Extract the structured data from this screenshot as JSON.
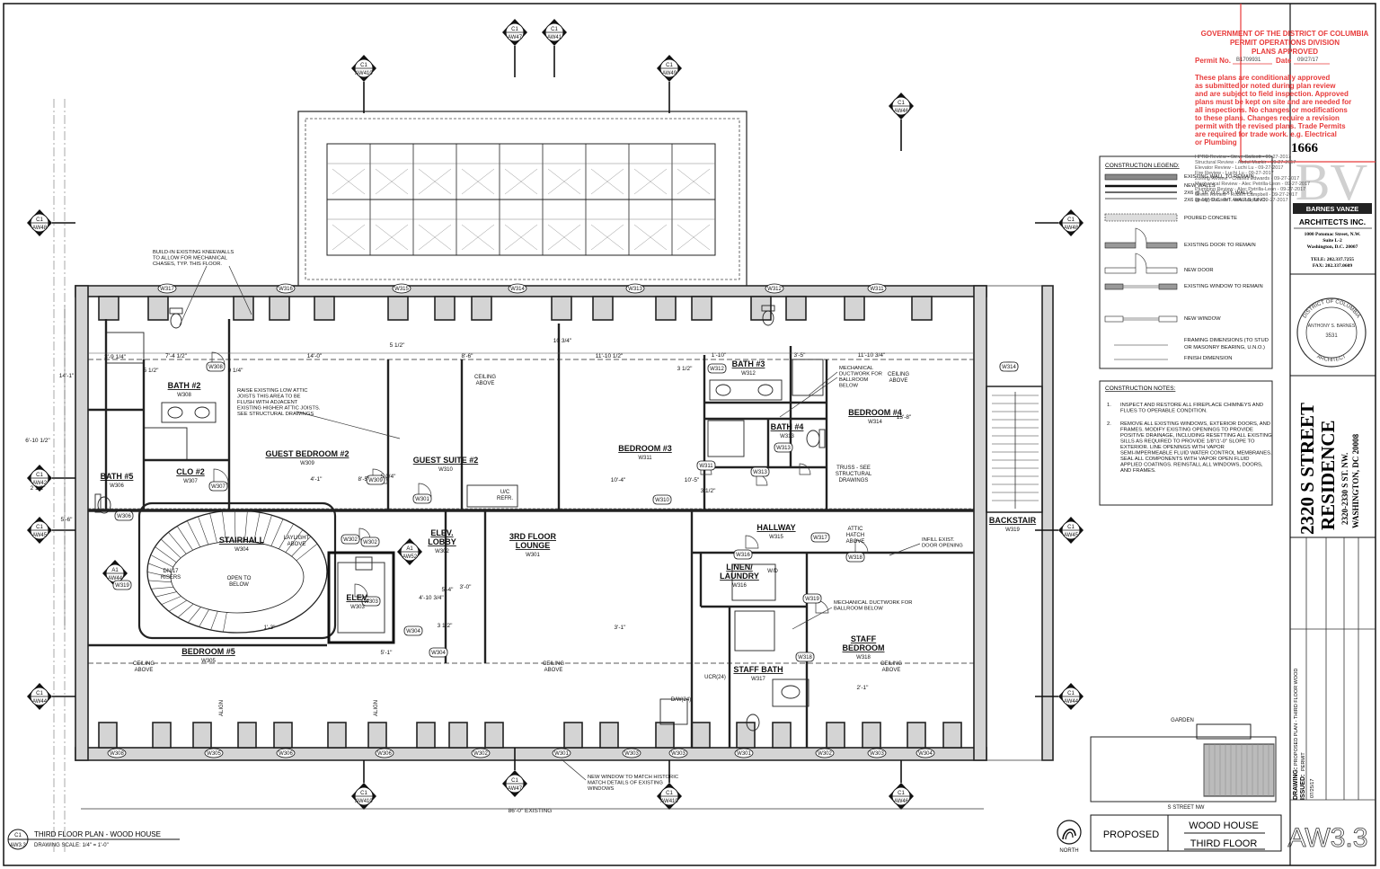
{
  "stamp": {
    "line1": "GOVERNMENT OF THE DISTRICT OF COLUMBIA",
    "line2": "PERMIT OPERATIONS DIVISION",
    "line3": "PLANS APPROVED",
    "permit_label": "Permit No.",
    "permit_no": "B1709931",
    "date_label": "Date",
    "date": "09/27/17",
    "body": [
      "These plans are conditionally approved",
      "as submitted or noted during plan review",
      "and are subject to field inspection. Approved",
      "plans must be kept on site and are needed for",
      "all inspections.  No changes or modifications",
      "to these plans.  Changes require a revision",
      "permit with the revised plans. Trade Permits",
      "are required for trade work.  e.g. Electrical",
      "or Plumbing"
    ],
    "number": "1666",
    "reviews": [
      "HPRB Review - Steve Callcott - 09-27-2017",
      "Structural Review - Abdul Muzkir - 09-27-2017",
      "Elevator Review - Luchi Lu - 09-27-2017",
      "Fire Review - Luchi Lu - 09-27-2017",
      "Zoning Review - Charles Edwards - 09-27-2017",
      "Mechanical Review - Alec Petrilla-Leon - 09-27-2017",
      "Plumbing Review - Alec Petrilla-Leon - 09-27-2017",
      "Green Review - Robert Campbell - 09-27-2017",
      "Energy Review - Alec Petrilla - 09-27-2017"
    ]
  },
  "legend": {
    "title": "CONSTRUCTION LEGEND:",
    "items": [
      "EXISTING WALL TO REMAIN",
      "NEW WALLS",
      "2X6 @ 16\" O.C. EXT. WALLS",
      "2X6 @ 16\" O.C. INT. WALLS, UNO.",
      "POURED CONCRETE",
      "EXISTING DOOR TO REMAIN",
      "NEW DOOR",
      "EXISTING WINDOW TO REMAIN",
      "NEW WINDOW",
      "FRAMING DIMENSIONS (TO STUD",
      "OR MASONRY BEARING, U.N.O.)",
      "FINISH DIMENSION"
    ]
  },
  "notes": {
    "title": "CONSTRUCTION NOTES:",
    "n1_num": "1.",
    "n1": [
      "INSPECT AND RESTORE ALL FIREPLACE CHIMNEYS AND",
      "FLUES TO OPERABLE CONDITION."
    ],
    "n2_num": "2.",
    "n2": [
      "REMOVE ALL EXISTING WINDOWS, EXTERIOR DOORS, AND",
      "FRAMES. MODIFY EXISTING OPENINGS TO PROVIDE",
      "POSITIVE DRAINAGE, INCLUDING RESETTING ALL EXISTING",
      "SILLS AS REQUIRED TO PROVIDE 1/8\"/1'-0\" SLOPE TO",
      "EXTERIOR. LINE OPENINGS WITH VAPOR",
      "SEMI-IMPERMEABLE FLUID WATER CONTROL MEMBRANES.",
      "SEAL ALL COMPONENTS WITH VAPOR OPEN FLUID",
      "APPLIED COATINGS.  REINSTALL ALL WINDOWS, DOORS,",
      "AND FRAMES."
    ]
  },
  "firm": {
    "logo": "BV",
    "name1": "BARNES VANZE",
    "name2": "ARCHITECTS INC.",
    "addr1": "1000 Potomac Street, N.W.",
    "addr2": "Suite L-2",
    "addr3": "Washington, D.C. 20007",
    "tele": "TELE: 202.337.7255",
    "fax": "FAX:  202.337.0609"
  },
  "seal": {
    "outer": "DISTRICT OF COLUMBIA",
    "name": "ANTHONY S. BARNES",
    "no": "3531",
    "bottom": "ARCHITECT"
  },
  "project": {
    "name1": "2320 S STREET",
    "name2": "RESIDENCE",
    "addr1": "2320-2330 S ST. NW.",
    "addr2": "WASHINGTON, DC 20008"
  },
  "titleblock": {
    "drawing_label": "DRAWING:",
    "drawing": "PROPOSED PLAN - THIRD FLOOR WOOD",
    "issued_label": "ISSUED:",
    "issued": "PERMIT",
    "date": "07/25/17",
    "sheet_no": "AW3.3"
  },
  "drawing_title": {
    "ref_top": "C1",
    "ref_bottom": "AW3.3",
    "title": "THIRD FLOOR PLAN - WOOD HOUSE",
    "scale": "DRAWING SCALE: 1/4\" = 1'-0\""
  },
  "key_box": {
    "proposed": "PROPOSED",
    "house": "WOOD HOUSE",
    "floor": "THIRD FLOOR",
    "north": "NORTH",
    "garden": "GARDEN",
    "street": "S STREET NW"
  },
  "rooms": [
    {
      "name": "BATH #2",
      "code": "W308"
    },
    {
      "name": "GUEST BEDROOM #2",
      "code": "W309"
    },
    {
      "name": "GUEST SUITE #2",
      "code": "W310"
    },
    {
      "name": "BEDROOM #3",
      "code": "W311"
    },
    {
      "name": "BATH #3",
      "code": "W312"
    },
    {
      "name": "BATH #4",
      "code": "W313"
    },
    {
      "name": "BEDROOM #4",
      "code": "W314"
    },
    {
      "name": "BATH #5",
      "code": "W306"
    },
    {
      "name": "CLO #2",
      "code": "W307"
    },
    {
      "name": "STAIRHALL",
      "code": "W304"
    },
    {
      "name": "ELEV.",
      "code": "W303"
    },
    {
      "name": "ELEV.",
      "name2": "LOBBY",
      "code": "W302"
    },
    {
      "name": "3RD FLOOR",
      "name2": "LOUNGE",
      "code": "W301"
    },
    {
      "name": "HALLWAY",
      "code": "W315"
    },
    {
      "name": "LINEN/",
      "name2": "LAUNDRY",
      "code": "W316"
    },
    {
      "name": "BACKSTAIR",
      "code": "W319"
    },
    {
      "name": "BEDROOM #5",
      "code": "W305"
    },
    {
      "name": "STAFF BATH",
      "code": "W317"
    },
    {
      "name": "STAFF",
      "name2": "BEDROOM",
      "code": "W318"
    }
  ],
  "labels": {
    "ceiling": "CEILING",
    "above": "ABOVE",
    "laylight": "LAYLIGHT",
    "open_to": "OPEN TO",
    "below": "BELOW",
    "dn": "DN 17",
    "risers": "RISERS",
    "attic": "ATTIC",
    "hatch": "HATCH",
    "align": "ALIGN",
    "wc_refr": "U/C",
    "refr": "REFR.",
    "wd": "W/D",
    "ucr": "UCR(24)",
    "dw": "D/W(24)",
    "truss": "TRUSS - SEE",
    "structural": "STRUCTURAL",
    "drawings": "DRAWINGS",
    "existing": "86'-0\" EXISTING"
  },
  "annotations": {
    "a1": [
      "BUILD-IN EXISTING KNEEWALLS",
      "TO ALLOW FOR MECHANICAL",
      "CHASES, TYP. THIS FLOOR."
    ],
    "a2": [
      "RAISE EXISTING LOW ATTIC",
      "JOISTS THIS AREA TO BE",
      "FLUSH WITH ADJACENT",
      "EXISTING HIGHER ATTIC JOISTS.",
      "SEE STRUCTURAL DRAWINGS"
    ],
    "a3": [
      "MECHANICAL",
      "DUCTWORK FOR",
      "BALLROOM",
      "BELOW"
    ],
    "a4": [
      "INFILL EXIST.",
      "DOOR OPENING"
    ],
    "a5": [
      "MECHANICAL DUCTWORK FOR",
      "BALLROOM BELOW"
    ],
    "a6": [
      "NEW WINDOW TO MATCH HISTORIC",
      "MATCH DETAILS OF EXISTING",
      "WINDOWS"
    ]
  },
  "window_tags": [
    "W317",
    "W316",
    "W315",
    "W314",
    "W313",
    "W312",
    "W311",
    "W310",
    "W301",
    "W302",
    "W303",
    "W304",
    "W305",
    "W306",
    "W307",
    "W308",
    "W309",
    "W319"
  ],
  "door_tags": [
    "W308",
    "W307",
    "W309",
    "W301",
    "W302",
    "W303",
    "W304",
    "W305",
    "W306",
    "W310",
    "W311",
    "W312",
    "W313",
    "W314",
    "W315",
    "W316",
    "W317",
    "W318",
    "W319"
  ],
  "section_marks": [
    {
      "top": "C1",
      "bottom": "AW47"
    },
    {
      "top": "C1",
      "bottom": "AW41"
    },
    {
      "top": "C1",
      "bottom": "AW410"
    },
    {
      "top": "C1",
      "bottom": "AW49"
    },
    {
      "top": "C1",
      "bottom": "AW48"
    },
    {
      "top": "C1",
      "bottom": "AW42"
    },
    {
      "top": "C1",
      "bottom": "AW45"
    },
    {
      "top": "C1",
      "bottom": "AW44"
    },
    {
      "top": "C1",
      "bottom": "AW46"
    },
    {
      "top": "A1",
      "bottom": "AW44"
    },
    {
      "top": "A1",
      "bottom": "AW52"
    }
  ],
  "dims": [
    "7'-4 1/2\"",
    "14'-0\"",
    "5 1/2\"",
    "8'-6\"",
    "10 3/4\"",
    "11'-10 1/2\"",
    "1'-10\"",
    "3'-5\"",
    "11'-10 3/4\"",
    "3'-9 1/4\"",
    "9 1/4\"",
    "5 1/2\"",
    "3 1/2\"",
    "4'-1\"",
    "8'-5\"",
    "10'-4\"",
    "5 1/4\"",
    "3 1/2\"",
    "10'-5\"",
    "5'-4\"",
    "3'-0\"",
    "3 1/2\"",
    "4'-10 3/4\"",
    "2'-1\"",
    "13'-8\"",
    "14'-1\"",
    "6'-10 1/2\"",
    "2 1/2\"",
    "5'-6\"",
    "1'-3\"",
    "5'-1\"",
    "3'-1\""
  ]
}
